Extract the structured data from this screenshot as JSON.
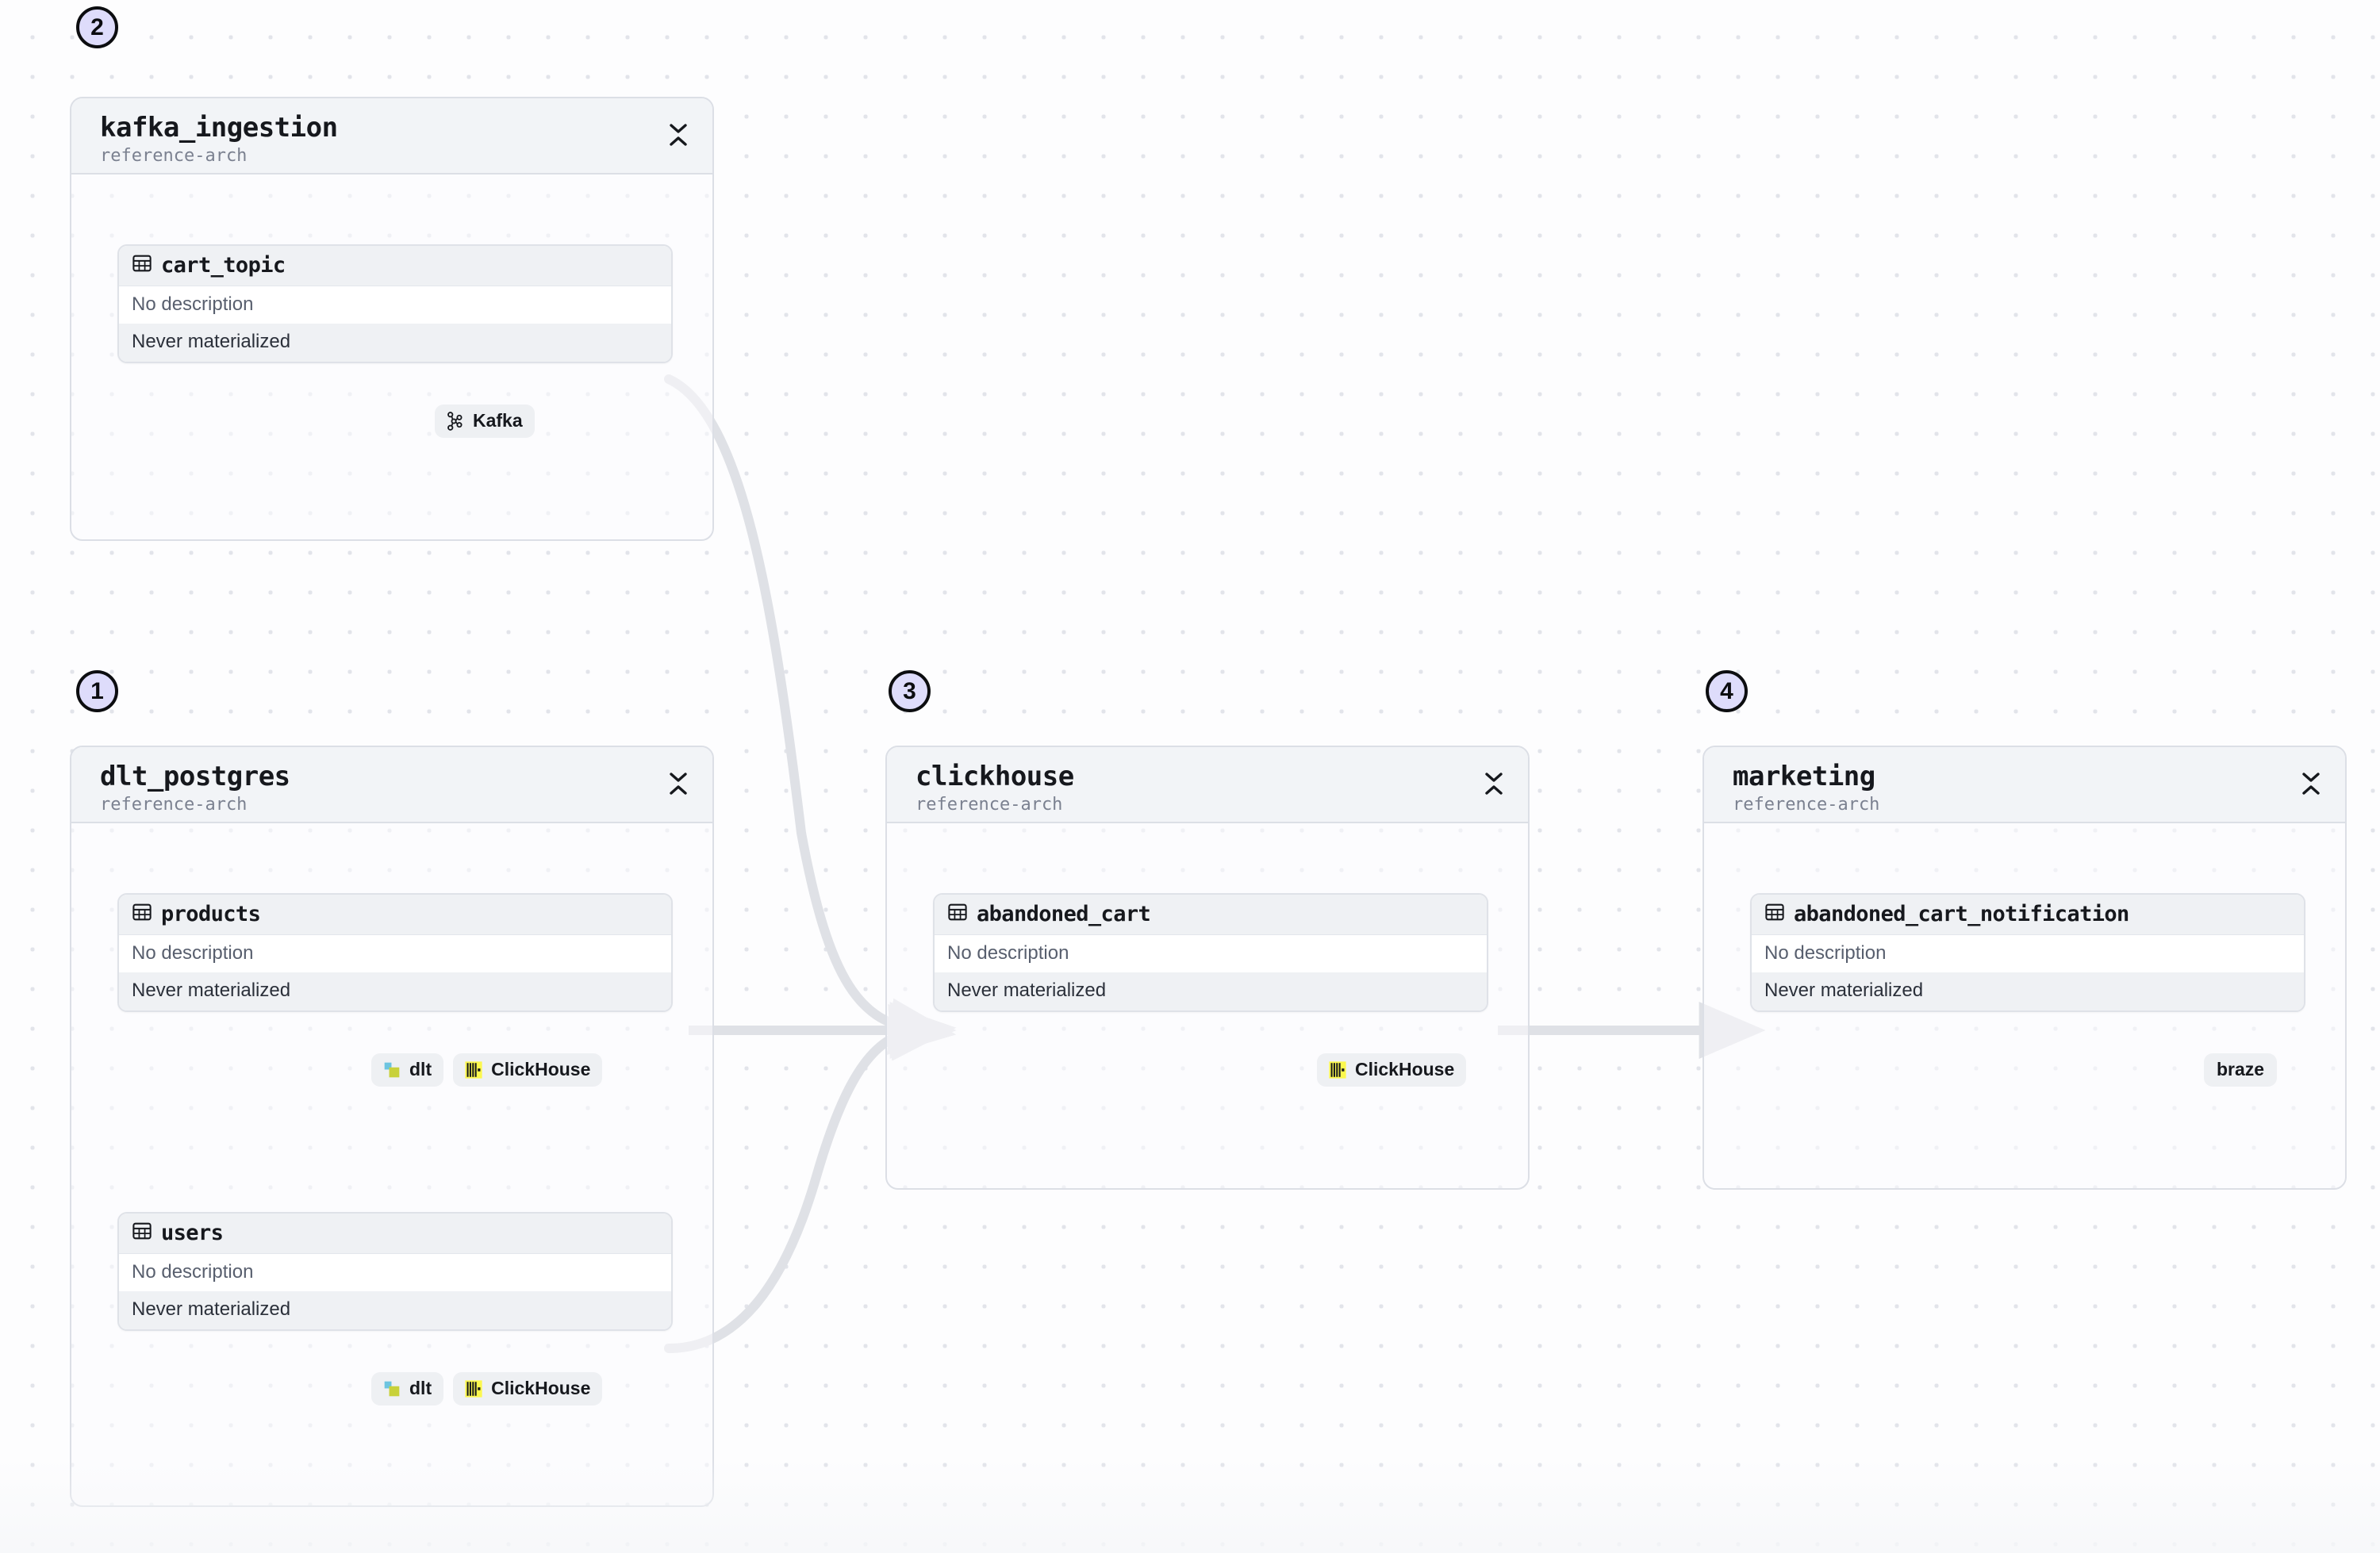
{
  "canvas": {
    "background_color": "#fdfdfe",
    "dot_color": "#e2e4ea",
    "edge_color": "#dfe1e6",
    "accent_badge_fill": "#dedcfb",
    "accent_badge_border": "#0c0d10"
  },
  "labels": {
    "no_description": "No description",
    "never_materialized": "Never materialized"
  },
  "groups": [
    {
      "id": "kafka_ingestion",
      "title": "kafka_ingestion",
      "subtitle": "reference-arch",
      "order_badge": "2",
      "models": [
        {
          "name": "cart_topic",
          "description": "No description",
          "materialization": "Never materialized",
          "badges": [
            {
              "label": "Kafka",
              "icon": "kafka-icon"
            }
          ]
        }
      ]
    },
    {
      "id": "dlt_postgres",
      "title": "dlt_postgres",
      "subtitle": "reference-arch",
      "order_badge": "1",
      "models": [
        {
          "name": "products",
          "description": "No description",
          "materialization": "Never materialized",
          "badges": [
            {
              "label": "dlt",
              "icon": "dlt-icon"
            },
            {
              "label": "ClickHouse",
              "icon": "clickhouse-icon"
            }
          ]
        },
        {
          "name": "users",
          "description": "No description",
          "materialization": "Never materialized",
          "badges": [
            {
              "label": "dlt",
              "icon": "dlt-icon"
            },
            {
              "label": "ClickHouse",
              "icon": "clickhouse-icon"
            }
          ]
        }
      ]
    },
    {
      "id": "clickhouse",
      "title": "clickhouse",
      "subtitle": "reference-arch",
      "order_badge": "3",
      "models": [
        {
          "name": "abandoned_cart",
          "description": "No description",
          "materialization": "Never materialized",
          "badges": [
            {
              "label": "ClickHouse",
              "icon": "clickhouse-icon"
            }
          ]
        }
      ]
    },
    {
      "id": "marketing",
      "title": "marketing",
      "subtitle": "reference-arch",
      "order_badge": "4",
      "models": [
        {
          "name": "abandoned_cart_notification",
          "description": "No description",
          "materialization": "Never materialized",
          "badges": [
            {
              "label": "braze",
              "icon": "none"
            }
          ]
        }
      ]
    }
  ],
  "edges": [
    {
      "from": "cart_topic",
      "to": "abandoned_cart",
      "style": "curve"
    },
    {
      "from": "products",
      "to": "abandoned_cart",
      "style": "straight"
    },
    {
      "from": "users",
      "to": "abandoned_cart",
      "style": "curve"
    },
    {
      "from": "abandoned_cart",
      "to": "abandoned_cart_notification",
      "style": "straight"
    }
  ]
}
